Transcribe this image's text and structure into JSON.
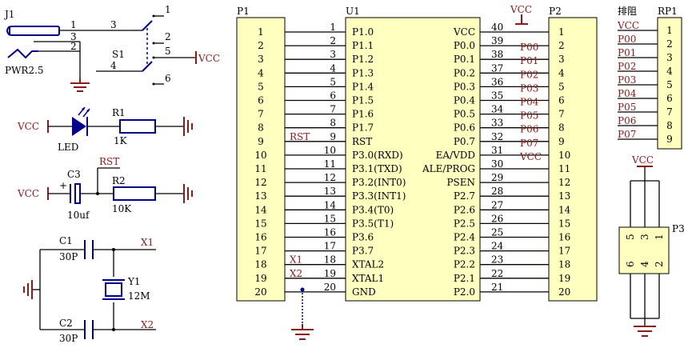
{
  "components": {
    "j1": {
      "designator": "J1",
      "name": "PWR2.5",
      "pins": [
        "1",
        "3",
        "2"
      ]
    },
    "s1": {
      "designator": "S1",
      "pins": [
        "3",
        "4",
        "1",
        "2",
        "5",
        "6"
      ]
    },
    "led": {
      "name": "LED"
    },
    "r1": {
      "designator": "R1",
      "value": "1K"
    },
    "c3": {
      "designator": "C3",
      "value": "10uf"
    },
    "r2": {
      "designator": "R2",
      "value": "10K"
    },
    "c1": {
      "designator": "C1",
      "value": "30P"
    },
    "c2": {
      "designator": "C2",
      "value": "30P"
    },
    "y1": {
      "designator": "Y1",
      "value": "12M"
    },
    "p1": {
      "designator": "P1"
    },
    "u1": {
      "designator": "U1"
    },
    "p2": {
      "designator": "P2"
    },
    "rp1": {
      "designator": "RP1",
      "header": "排阻"
    },
    "p3": {
      "designator": "P3",
      "pins": [
        "5",
        "3",
        "1",
        "6",
        "4",
        "2"
      ]
    }
  },
  "nets": {
    "vcc": "VCC",
    "rst": "RST",
    "x1": "X1",
    "x2": "X2"
  },
  "u1_left": [
    {
      "num": "1",
      "name": "P1.0"
    },
    {
      "num": "2",
      "name": "P1.1"
    },
    {
      "num": "3",
      "name": "P1.2"
    },
    {
      "num": "4",
      "name": "P1.3"
    },
    {
      "num": "5",
      "name": "P1.4"
    },
    {
      "num": "6",
      "name": "P1.5"
    },
    {
      "num": "7",
      "name": "P1.6"
    },
    {
      "num": "8",
      "name": "P1.7"
    },
    {
      "num": "9",
      "name": "RST"
    },
    {
      "num": "10",
      "name": "P3.0(RXD)"
    },
    {
      "num": "11",
      "name": "P3.1(TXD)"
    },
    {
      "num": "12",
      "name": "P3.2(INT0)"
    },
    {
      "num": "13",
      "name": "P3.3(INT1)"
    },
    {
      "num": "14",
      "name": "P3.4(T0)"
    },
    {
      "num": "15",
      "name": "P3.5(T1)"
    },
    {
      "num": "16",
      "name": "P3.6"
    },
    {
      "num": "17",
      "name": "P3.7"
    },
    {
      "num": "18",
      "name": "XTAL2"
    },
    {
      "num": "19",
      "name": "XTAL1"
    },
    {
      "num": "20",
      "name": "GND"
    }
  ],
  "u1_right": [
    {
      "num": "40",
      "name": "VCC"
    },
    {
      "num": "39",
      "name": "P0.0"
    },
    {
      "num": "38",
      "name": "P0.1"
    },
    {
      "num": "37",
      "name": "P0.2"
    },
    {
      "num": "36",
      "name": "P0.3"
    },
    {
      "num": "35",
      "name": "P0.4"
    },
    {
      "num": "34",
      "name": "P0.5"
    },
    {
      "num": "33",
      "name": "P0.6"
    },
    {
      "num": "32",
      "name": "P0.7"
    },
    {
      "num": "31",
      "name": "EA/VDD"
    },
    {
      "num": "30",
      "name": "ALE/PROG"
    },
    {
      "num": "29",
      "name": "PSEN"
    },
    {
      "num": "28",
      "name": "P2.7"
    },
    {
      "num": "27",
      "name": "P2.6"
    },
    {
      "num": "26",
      "name": "P2.5"
    },
    {
      "num": "25",
      "name": "P2.4"
    },
    {
      "num": "24",
      "name": "P2.3"
    },
    {
      "num": "23",
      "name": "P2.2"
    },
    {
      "num": "22",
      "name": "P2.1"
    },
    {
      "num": "21",
      "name": "P2.0"
    }
  ],
  "u1_left_nets": [
    "",
    "",
    "",
    "",
    "",
    "",
    "",
    "",
    "RST",
    "",
    "",
    "",
    "",
    "",
    "",
    "",
    "",
    "X1",
    "X2",
    ""
  ],
  "u1_right_nets": [
    "",
    "P00",
    "P01",
    "P02",
    "P03",
    "P04",
    "P05",
    "P06",
    "P07",
    "VCC",
    "",
    "",
    "",
    "",
    "",
    "",
    "",
    "",
    "",
    ""
  ],
  "header_pins": [
    "1",
    "2",
    "3",
    "4",
    "5",
    "6",
    "7",
    "8",
    "9",
    "10",
    "11",
    "12",
    "13",
    "14",
    "15",
    "16",
    "17",
    "18",
    "19",
    "20"
  ],
  "rp1_nets": [
    "VCC",
    "P00",
    "P01",
    "P02",
    "P03",
    "P04",
    "P05",
    "P06",
    "P07"
  ],
  "rp1_pins": [
    "1",
    "2",
    "3",
    "4",
    "5",
    "6",
    "7",
    "8",
    "9"
  ]
}
